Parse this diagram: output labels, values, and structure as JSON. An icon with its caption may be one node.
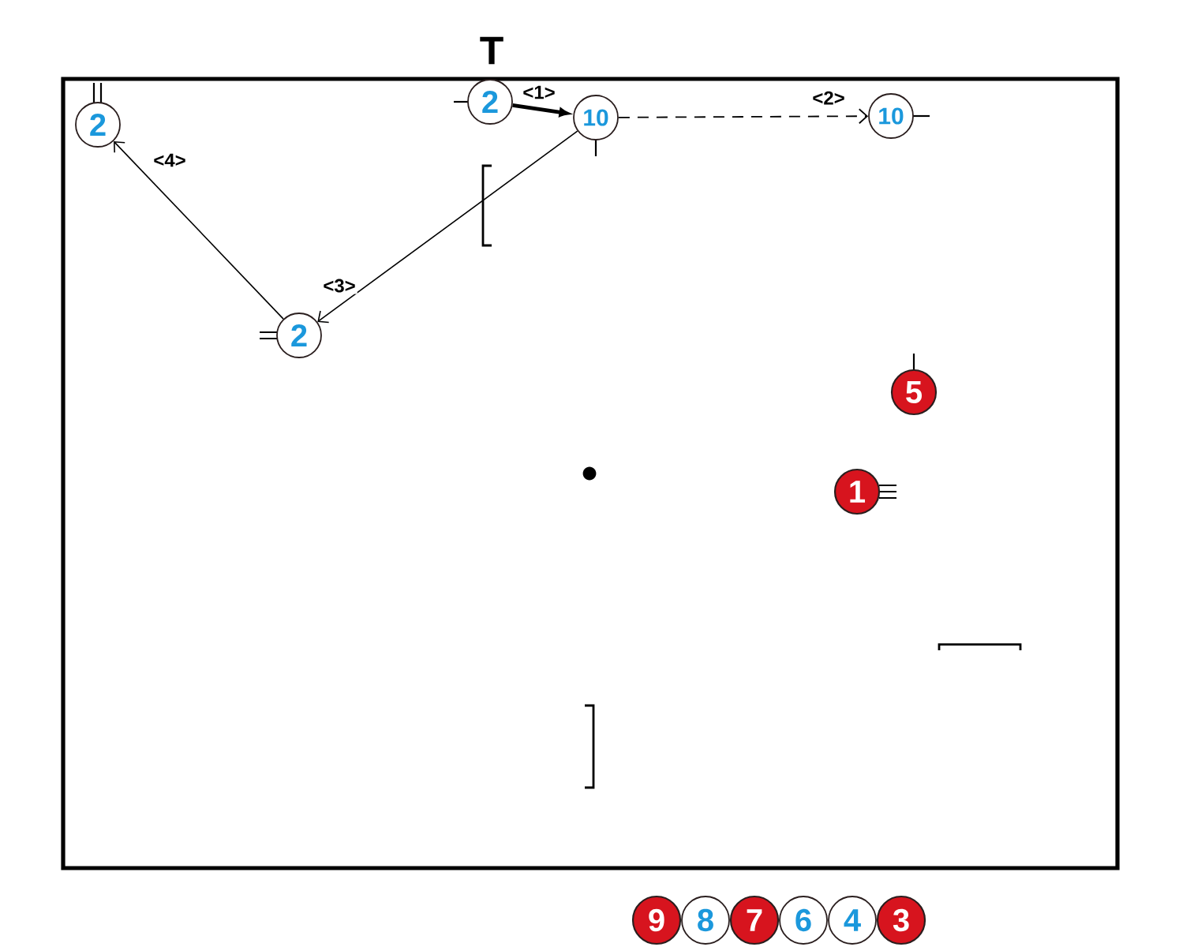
{
  "diagram": {
    "nodes": [
      {
        "text": [
          "2"
        ]
      },
      {
        "text": [
          "2"
        ]
      },
      {
        "text": [
          "10"
        ]
      },
      {
        "text": [
          "10"
        ]
      },
      {
        "text": [
          "2"
        ]
      },
      {
        "text": [
          "5"
        ]
      },
      {
        "text": [
          "1"
        ]
      },
      {
        "text": [
          "9"
        ]
      },
      {
        "text": [
          "8"
        ]
      },
      {
        "text": [
          "7"
        ]
      },
      {
        "text": [
          "6"
        ]
      },
      {
        "text": [
          "4"
        ]
      },
      {
        "text": [
          "3"
        ]
      }
    ],
    "edges": [
      {
        "from": 1,
        "to": 2,
        "arrow": "to",
        "label": "<1>",
        "style": "thick"
      },
      {
        "from": 2,
        "to": 3,
        "arrow": "to",
        "label": "<2>",
        "style": "dashed"
      },
      {
        "from": 2,
        "to": 4,
        "arrow": "to",
        "label": "<3>"
      },
      {
        "from": 4,
        "to": 0,
        "arrow": "to",
        "label": "<4>"
      }
    ],
    "labels": [
      "T"
    ]
  }
}
